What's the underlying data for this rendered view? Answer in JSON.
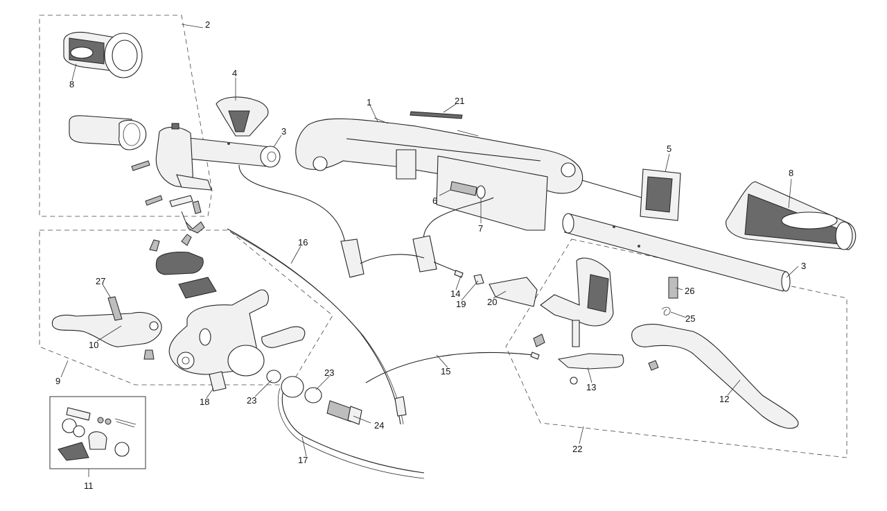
{
  "callouts": [
    {
      "id": "1",
      "label": "1"
    },
    {
      "id": "2",
      "label": "2"
    },
    {
      "id": "3a",
      "label": "3"
    },
    {
      "id": "3b",
      "label": "3"
    },
    {
      "id": "4",
      "label": "4"
    },
    {
      "id": "5",
      "label": "5"
    },
    {
      "id": "6",
      "label": "6"
    },
    {
      "id": "7",
      "label": "7"
    },
    {
      "id": "8a",
      "label": "8"
    },
    {
      "id": "8b",
      "label": "8"
    },
    {
      "id": "9",
      "label": "9"
    },
    {
      "id": "10",
      "label": "10"
    },
    {
      "id": "11",
      "label": "11"
    },
    {
      "id": "12",
      "label": "12"
    },
    {
      "id": "13",
      "label": "13"
    },
    {
      "id": "14",
      "label": "14"
    },
    {
      "id": "15",
      "label": "15"
    },
    {
      "id": "16",
      "label": "16"
    },
    {
      "id": "17",
      "label": "17"
    },
    {
      "id": "18",
      "label": "18"
    },
    {
      "id": "19",
      "label": "19"
    },
    {
      "id": "20",
      "label": "20"
    },
    {
      "id": "21",
      "label": "21"
    },
    {
      "id": "22",
      "label": "22"
    },
    {
      "id": "23a",
      "label": "23"
    },
    {
      "id": "23b",
      "label": "23"
    },
    {
      "id": "24",
      "label": "24"
    },
    {
      "id": "25",
      "label": "25"
    },
    {
      "id": "26",
      "label": "26"
    },
    {
      "id": "27",
      "label": "27"
    }
  ]
}
